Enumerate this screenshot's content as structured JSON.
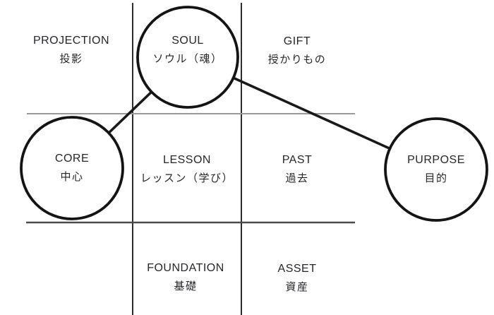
{
  "diagram": {
    "title": "nine-grid soul map diagram",
    "colors": {
      "background": "#ffffff",
      "circle_stroke": "#141414",
      "circle_fill": "#ffffff",
      "connector": "#191919",
      "grid_vertical": "#2e2e2e",
      "grid_horizontal_top": "#9a9a9a",
      "grid_horizontal_bottom": "#4a4a4a",
      "text": "#26262b"
    },
    "cells": {
      "projection": {
        "en": "PROJECTION",
        "ja": "投影"
      },
      "gift": {
        "en": "GIFT",
        "ja": "授かりもの"
      },
      "lesson": {
        "en": "LESSON",
        "ja": "レッスン（学び）"
      },
      "past": {
        "en": "PAST",
        "ja": "過去"
      },
      "foundation": {
        "en": "FOUNDATION",
        "ja": "基礎"
      },
      "asset": {
        "en": "ASSET",
        "ja": "資産"
      }
    },
    "nodes": {
      "soul": {
        "en": "SOUL",
        "ja": "ソウル（魂）"
      },
      "core": {
        "en": "CORE",
        "ja": "中心"
      },
      "purpose": {
        "en": "PURPOSE",
        "ja": "目的"
      }
    },
    "connections": [
      {
        "from": "core",
        "to": "soul"
      },
      {
        "from": "soul",
        "to": "purpose"
      }
    ]
  }
}
